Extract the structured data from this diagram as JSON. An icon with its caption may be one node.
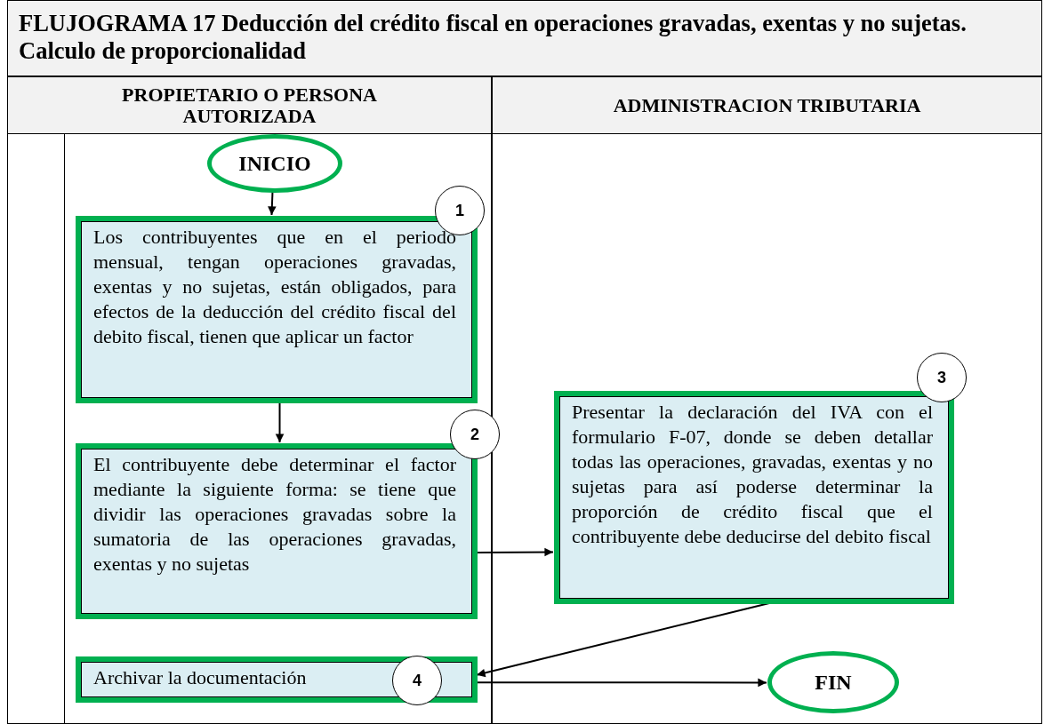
{
  "diagram": {
    "title": "FLUJOGRAMA 17 Deducción del crédito fiscal en operaciones gravadas, exentas y no sujetas. Calculo de proporcionalidad",
    "nodes": [
      {
        "text": [
          "PROPIETARIO O PERSONA AUTORIZADA"
        ]
      },
      {
        "text": [
          "ADMINISTRACION TRIBUTARIA"
        ]
      },
      {
        "text": [
          "INICIO"
        ],
        "in": 0
      },
      {
        "text": [
          "Los contribuyentes que en el periodo mensual, tengan operaciones gravadas, exentas y no sujetas, están obligados, para efectos de la deducción del crédito fiscal del debito fiscal, tienen que aplicar un factor"
        ],
        "in": 0,
        "beside": [
          "1"
        ]
      },
      {
        "text": [
          "El contribuyente debe determinar el factor mediante la siguiente forma: se tiene que dividir las operaciones gravadas sobre la sumatoria de las operaciones gravadas, exentas y no sujetas"
        ],
        "in": 0,
        "beside": [
          "2"
        ]
      },
      {
        "text": [
          "Presentar la declaración del IVA con el formulario F-07, donde se deben detallar todas las operaciones, gravadas, exentas y no sujetas para así poderse determinar la proporción de crédito fiscal que el contribuyente debe deducirse del debito fiscal"
        ],
        "in": 1,
        "beside": [
          "3"
        ]
      },
      {
        "text": [
          "Archivar la documentación",
          "4"
        ],
        "in": 0
      },
      {
        "text": [
          "FIN"
        ],
        "in": 1
      }
    ],
    "edges": [
      {
        "from": 2,
        "to": 3,
        "arrow": "to"
      },
      {
        "from": 3,
        "to": 4,
        "arrow": "to"
      },
      {
        "from": 4,
        "to": 5,
        "arrow": "to"
      },
      {
        "from": 5,
        "to": 6,
        "arrow": "to"
      },
      {
        "from": 6,
        "to": 7,
        "arrow": "to"
      }
    ]
  }
}
